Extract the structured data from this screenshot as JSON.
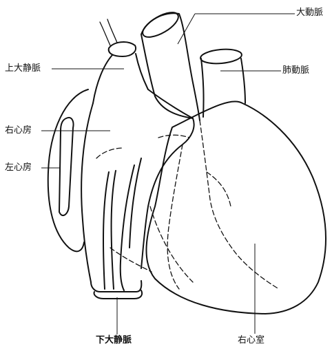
{
  "labels": {
    "aorta": "大動脈",
    "superior_vena_cava": "上大静脈",
    "pulmonary_artery": "肺動脈",
    "right_atrium": "右心房",
    "left_atrium": "左心房",
    "inferior_vena_cava": "下大静脈",
    "right_ventricle": "右心室"
  },
  "colors": {
    "line": "#111111",
    "background": "#ffffff"
  }
}
